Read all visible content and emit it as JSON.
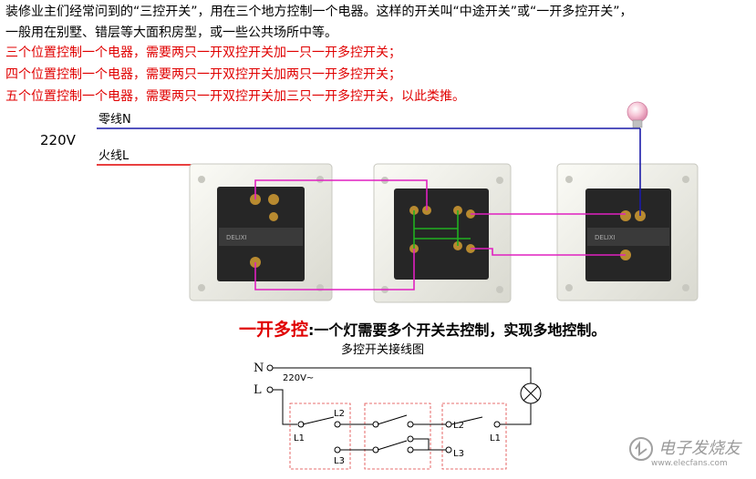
{
  "intro": {
    "line1": "装修业主们经常问到的“三控开关”，用在三个地方控制一个电器。这样的开关叫“中途开关”或“一开多控开关”，",
    "line2": "一般用在别墅、错层等大面积房型，或一些公共场所中等。",
    "rule3": "三个位置控制一个电器，需要两只一开双控开关加一只一开多控开关；",
    "rule4": "四个位置控制一个电器，需要两只一开双控开关加两只一开多控开关；",
    "rule5": "五个位置控制一个电器，需要两只一开双控开关加三只一开多控开关，以此类推。"
  },
  "photo": {
    "voltage": "220V",
    "neutral": "零线N",
    "live": "火线L",
    "switch_label": "DELIXI"
  },
  "caption": {
    "highlight": "一开多控",
    "rest": ":一个灯需要多个开关去控制，实现多地控制。"
  },
  "schematic": {
    "title": "多控开关接线图",
    "n": "N",
    "l": "L",
    "voltage": "220V~",
    "left_l2": "L2",
    "left_l1": "L1",
    "left_l3": "L3",
    "right_l2": "L2",
    "right_l1": "L1",
    "right_l3": "L3"
  },
  "watermark": {
    "name": "电子发烧友",
    "url": "www.elecfans.com"
  },
  "colors": {
    "neutral": "#1a1aa8",
    "live": "#e00000",
    "traveler": "#e020c0",
    "cross": "#20b020",
    "text_red": "#e00000"
  }
}
